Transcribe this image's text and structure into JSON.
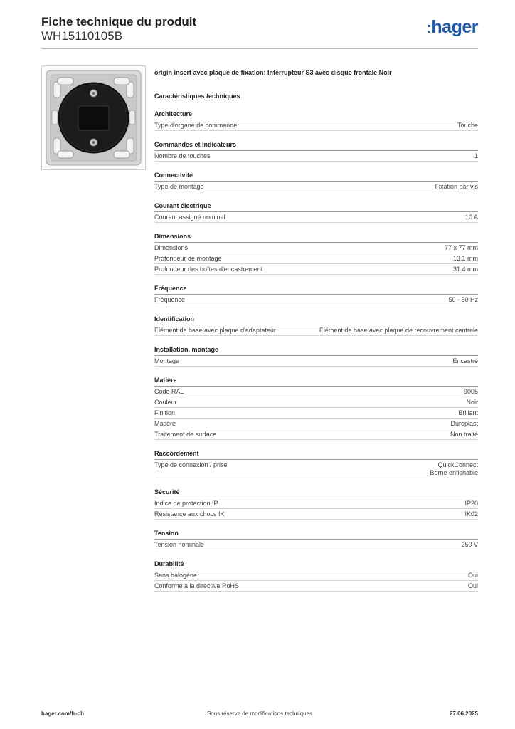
{
  "header": {
    "title": "Fiche technique du produit",
    "product_code": "WH15110105B",
    "logo": "hager"
  },
  "product": {
    "title": "origin insert avec plaque de fixation: Interrupteur S3 avec disque frontale Noir",
    "spec_heading": "Caractéristiques techniques"
  },
  "sections": [
    {
      "title": "Architecture",
      "rows": [
        {
          "label": "Type d'organe de commande",
          "value": "Touche"
        }
      ]
    },
    {
      "title": "Commandes et indicateurs",
      "rows": [
        {
          "label": "Nombre de touches",
          "value": "1"
        }
      ]
    },
    {
      "title": "Connectivité",
      "rows": [
        {
          "label": "Type de montage",
          "value": "Fixation par vis"
        }
      ]
    },
    {
      "title": "Courant électrique",
      "rows": [
        {
          "label": "Courant assigné nominal",
          "value": "10 A"
        }
      ]
    },
    {
      "title": "Dimensions",
      "rows": [
        {
          "label": "Dimensions",
          "value": "77 x 77 mm"
        },
        {
          "label": "Profondeur de montage",
          "value": "13.1 mm"
        },
        {
          "label": "Profondeur des boîtes d'encastrement",
          "value": "31.4 mm"
        }
      ]
    },
    {
      "title": "Fréquence",
      "rows": [
        {
          "label": "Fréquence",
          "value": "50 - 50 Hz"
        }
      ]
    },
    {
      "title": "Identification",
      "rows": [
        {
          "label": "Elément de base avec plaque d'adaptateur",
          "value": "Élément de base avec plaque de recouvrement centrale"
        }
      ]
    },
    {
      "title": "Installation, montage",
      "rows": [
        {
          "label": "Montage",
          "value": "Encastré"
        }
      ]
    },
    {
      "title": "Matière",
      "rows": [
        {
          "label": "Code RAL",
          "value": "9005"
        },
        {
          "label": "Couleur",
          "value": "Noir"
        },
        {
          "label": "Finition",
          "value": "Brillant"
        },
        {
          "label": "Matière",
          "value": "Duroplast"
        },
        {
          "label": "Traitement de surface",
          "value": "Non traité"
        }
      ]
    },
    {
      "title": "Raccordement",
      "rows": [
        {
          "label": "Type de connexion / prise",
          "value": "QuickConnect",
          "value2": "Borne enfichable"
        }
      ]
    },
    {
      "title": "Sécurité",
      "rows": [
        {
          "label": "Indice de protection IP",
          "value": "IP20"
        },
        {
          "label": "Résistance aux chocs IK",
          "value": "IK02"
        }
      ]
    },
    {
      "title": "Tension",
      "rows": [
        {
          "label": "Tension nominale",
          "value": "250 V"
        }
      ]
    },
    {
      "title": "Durabilité",
      "rows": [
        {
          "label": "Sans halogène",
          "value": "Oui"
        },
        {
          "label": "Conforme à la directive RoHS",
          "value": "Oui"
        }
      ]
    }
  ],
  "footer": {
    "website": "hager.com/fr-ch",
    "disclaimer": "Sous réserve de modifications techniques",
    "date": "27.06.2025"
  },
  "colors": {
    "brand": "#1e5aa8",
    "rule": "#bdbdbd"
  }
}
